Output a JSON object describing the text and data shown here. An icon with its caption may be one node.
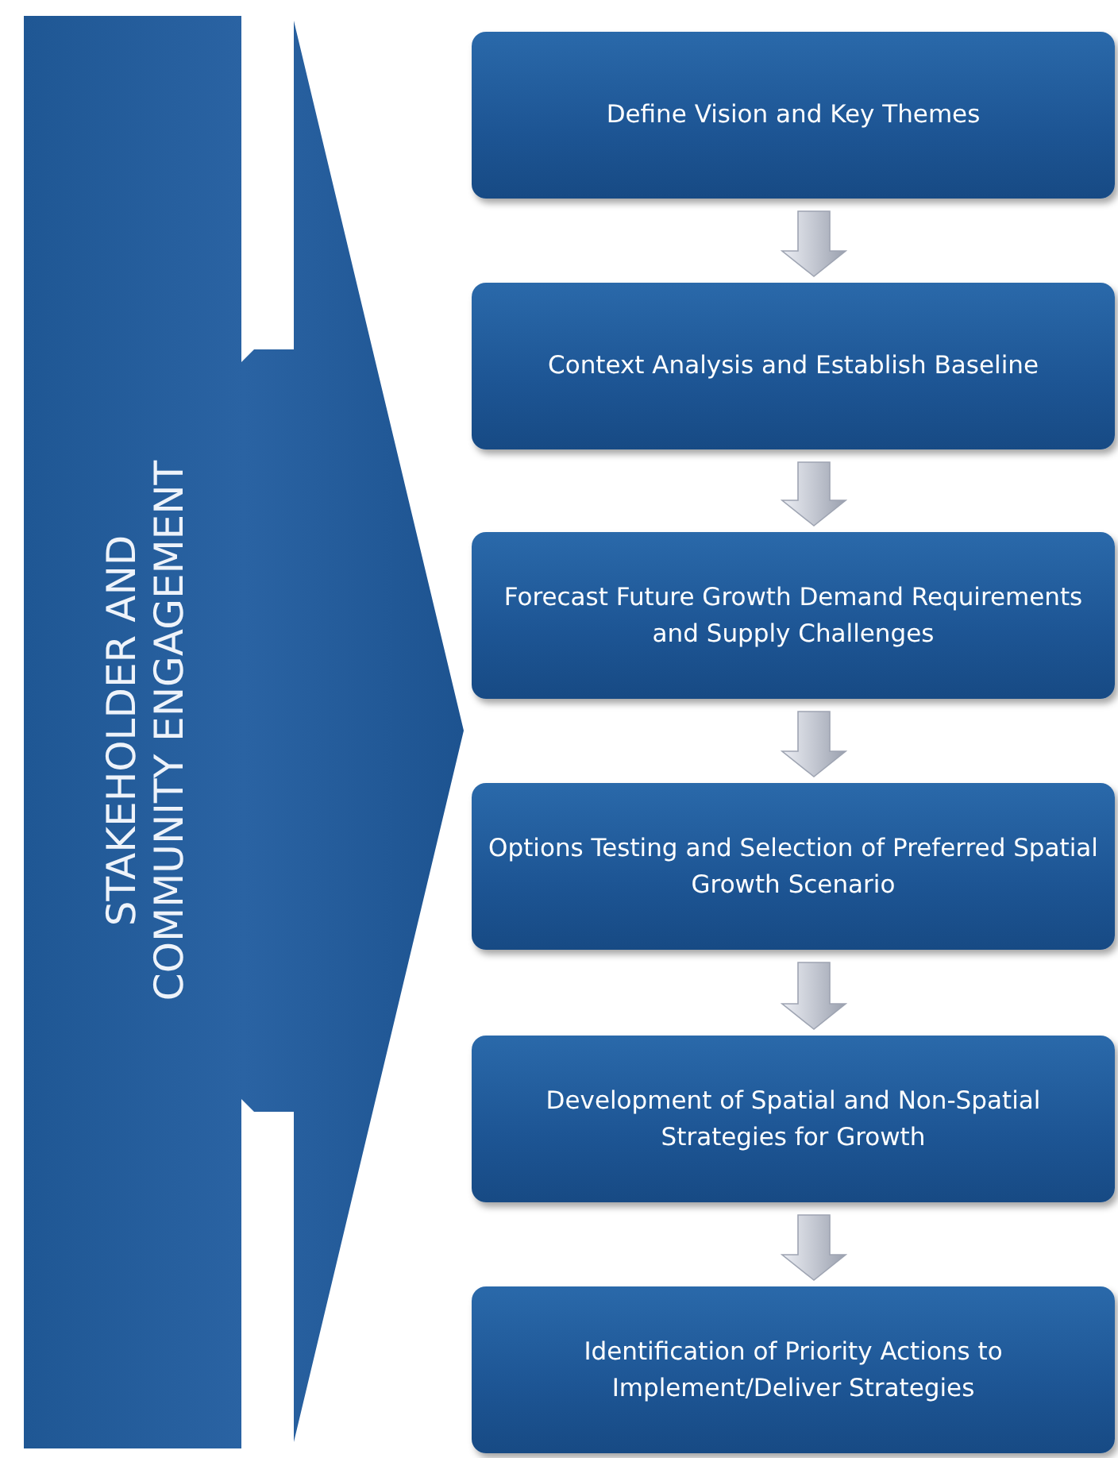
{
  "diagram": {
    "nodes": [
      {
        "text": [
          "STAKEHOLDER AND COMMUNITY ENGAGEMENT"
        ]
      },
      {
        "text": [
          "Define Vision and Key Themes"
        ]
      },
      {
        "text": [
          "Context Analysis and Establish Baseline"
        ]
      },
      {
        "text": [
          "Forecast Future Growth Demand Requirements and Supply Challenges"
        ]
      },
      {
        "text": [
          "Options Testing and Selection of Preferred Spatial Growth Scenario"
        ]
      },
      {
        "text": [
          "Development of Spatial and Non-Spatial Strategies for Growth"
        ]
      },
      {
        "text": [
          "Identification of Priority Actions to Implement/Deliver Strategies"
        ]
      }
    ],
    "edges": [
      {
        "from": 1,
        "to": 2,
        "arrow": "to"
      },
      {
        "from": 2,
        "to": 3,
        "arrow": "to"
      },
      {
        "from": 3,
        "to": 4,
        "arrow": "to"
      },
      {
        "from": 4,
        "to": 5,
        "arrow": "to"
      },
      {
        "from": 5,
        "to": 6,
        "arrow": "to"
      }
    ]
  }
}
